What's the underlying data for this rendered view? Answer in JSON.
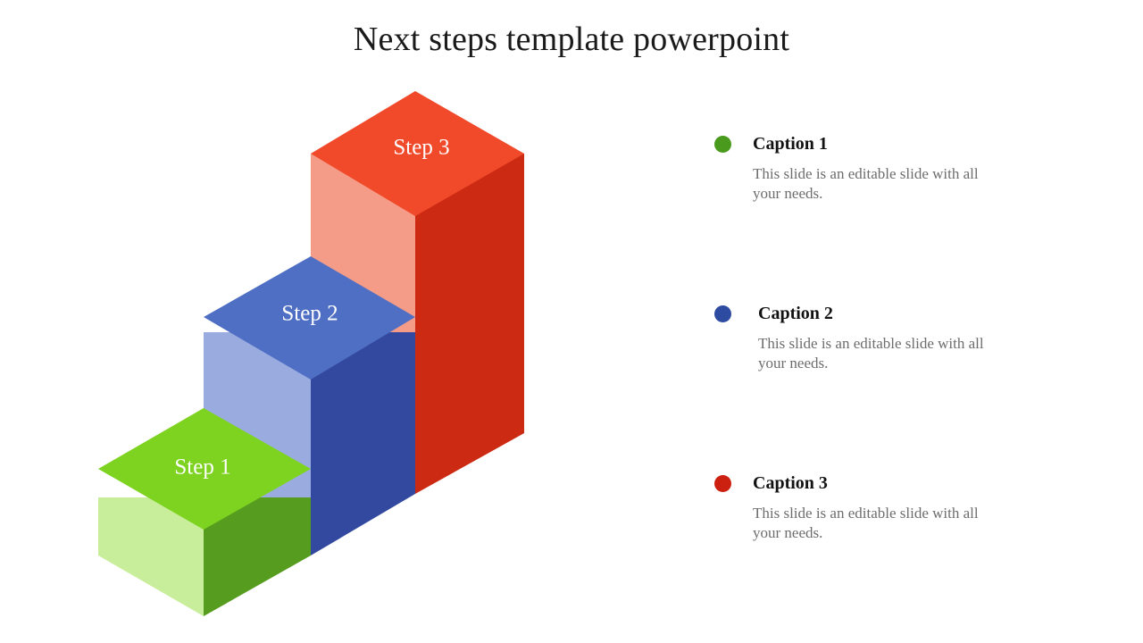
{
  "slide": {
    "title": "Next steps template powerpoint",
    "background": "#ffffff"
  },
  "diagram": {
    "type": "isometric-3d-staircase",
    "steps": [
      {
        "label": "Step 1",
        "color_top": "#7ed321",
        "color_left": "#c9ee9b",
        "color_right": "#559c1f",
        "accent": "#4a9a1e",
        "height_rank": 1
      },
      {
        "label": "Step 2",
        "color_top": "#4f6fc4",
        "color_left": "#9aabe0",
        "color_right": "#32499f",
        "accent": "#2d4ba0",
        "height_rank": 2
      },
      {
        "label": "Step 3",
        "color_top": "#f04a2b",
        "color_left": "#f59c89",
        "color_right": "#cc2a12",
        "accent": "#cc2010",
        "height_rank": 3
      }
    ]
  },
  "captions": [
    {
      "bullet_color": "#4a9a1e",
      "title": "Caption 1",
      "body": "This slide is an editable slide with all your needs."
    },
    {
      "bullet_color": "#2d4ba0",
      "title": "Caption 2",
      "body": "This slide is an editable slide with all your needs."
    },
    {
      "bullet_color": "#cc2010",
      "title": "Caption 3",
      "body": "This slide is an editable slide with all your needs."
    }
  ]
}
